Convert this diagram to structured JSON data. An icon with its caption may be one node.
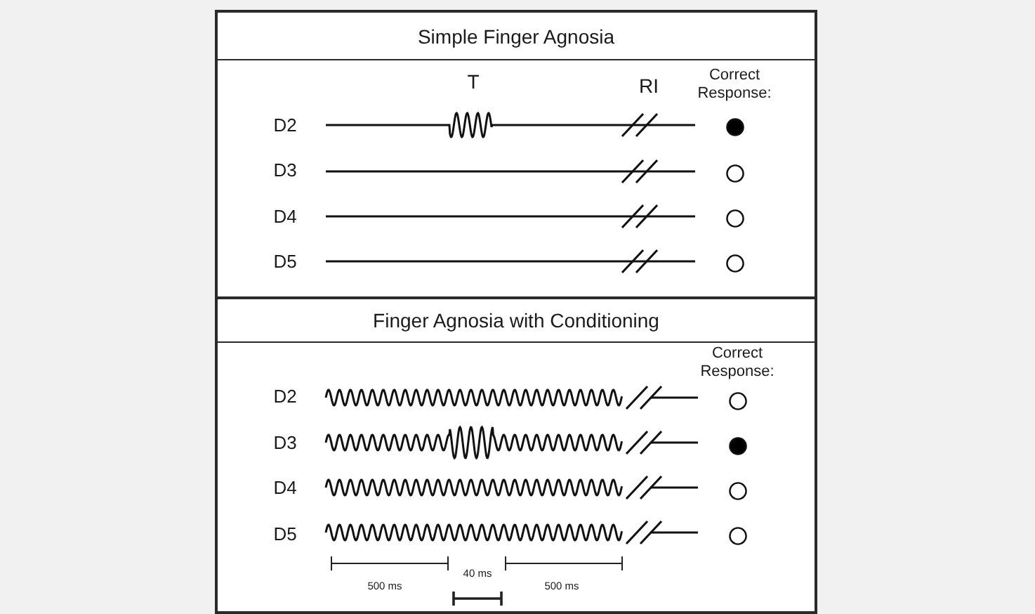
{
  "diagram": {
    "nodes": [
      {
        "text": [
          "Simple Finger Agnosia"
        ]
      },
      {
        "text": [],
        "shape": "dot",
        "in": 0
      },
      {
        "text": [],
        "shape": "circle",
        "in": 0
      },
      {
        "text": [],
        "shape": "circle",
        "in": 0
      },
      {
        "text": [],
        "shape": "circle",
        "in": 0
      },
      {
        "text": [
          "Finger Agnosia with Conditioning"
        ]
      },
      {
        "text": [],
        "shape": "circle",
        "in": 5
      },
      {
        "text": [],
        "shape": "dot",
        "in": 5
      },
      {
        "text": [],
        "shape": "circle",
        "in": 5
      },
      {
        "text": [],
        "shape": "circle",
        "in": 5
      }
    ],
    "labels": [
      "T",
      "RI",
      "Correct Response:",
      "D2",
      "D3",
      "D4",
      "D5",
      "Correct Response:",
      "D2",
      "D3",
      "D4",
      "D5",
      "500 ms",
      "40 ms",
      "500 ms"
    ]
  }
}
